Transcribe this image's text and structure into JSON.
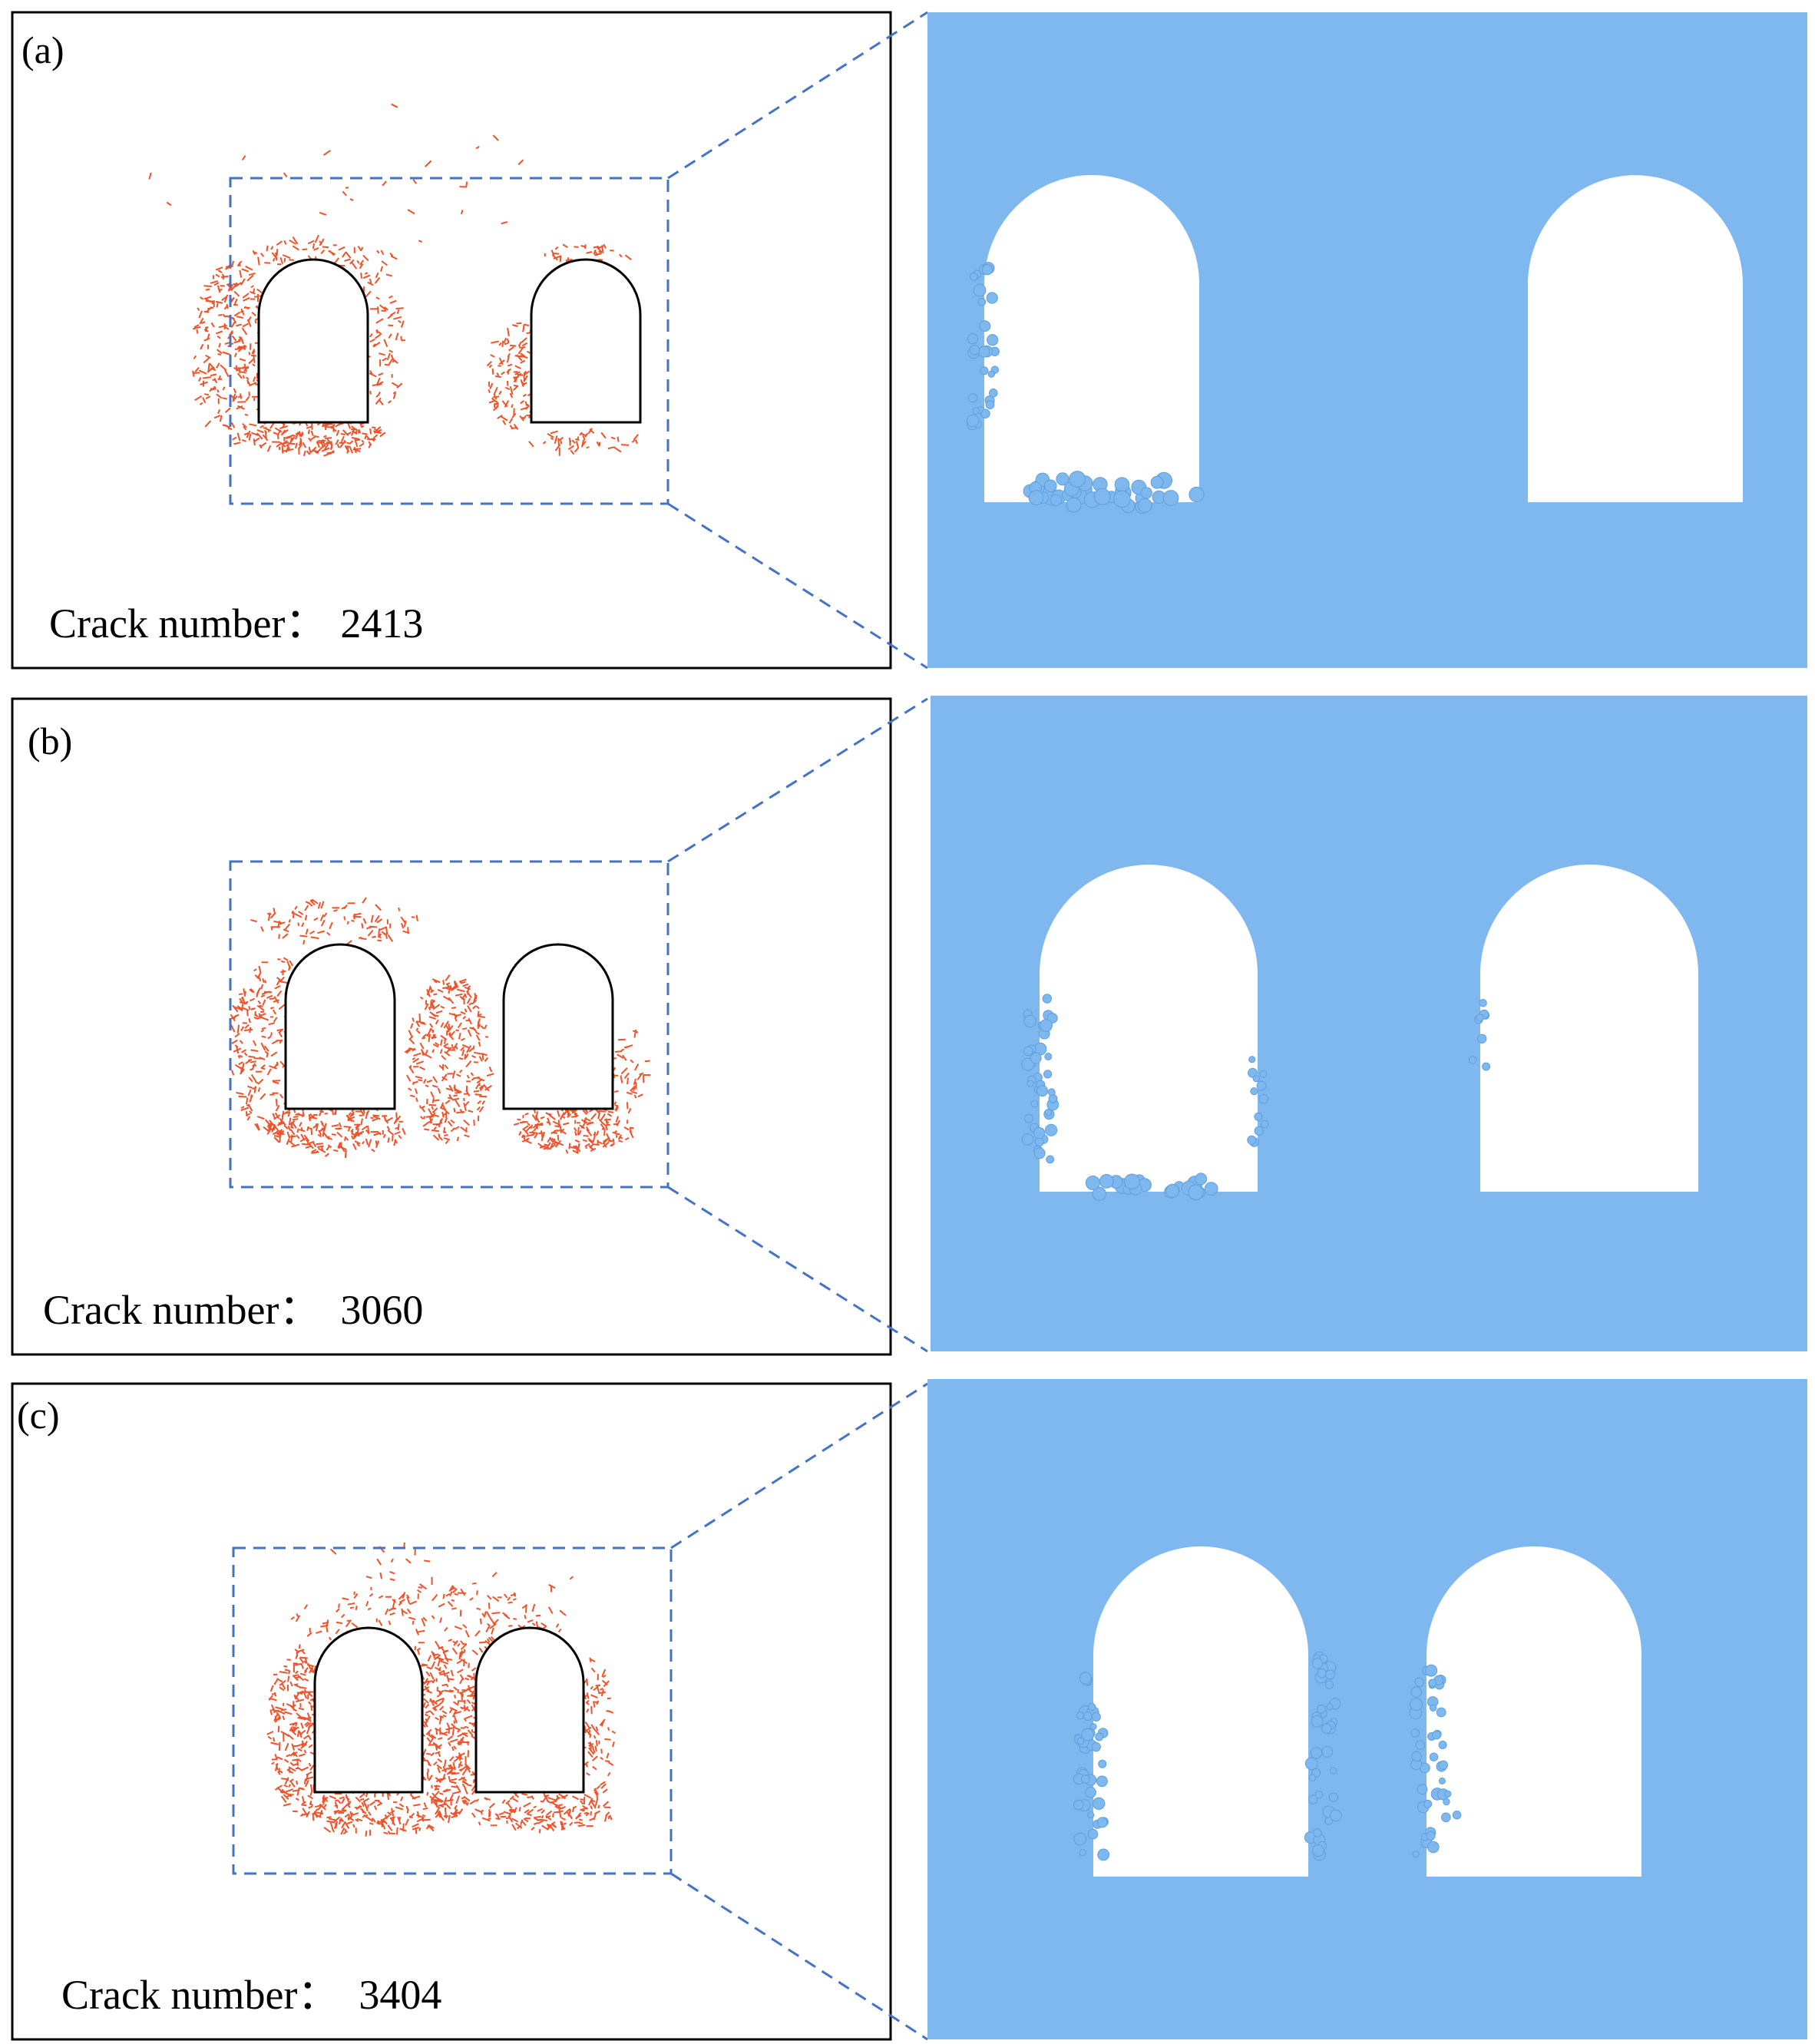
{
  "panels": [
    {
      "id": "a",
      "label": "(a)",
      "crack_label": "Crack number：",
      "crack_count": "2413"
    },
    {
      "id": "b",
      "label": "(b)",
      "crack_label": "Crack number：",
      "crack_count": "3060"
    },
    {
      "id": "c",
      "label": "(c)",
      "crack_label": "Crack number：",
      "crack_count": "3404"
    }
  ],
  "colors": {
    "crack": "#F0522A",
    "particle": "#7FB8EE",
    "particle_edge": "#5E9FDD",
    "roi_dashed": "#4472C4",
    "frame": "#000000"
  }
}
